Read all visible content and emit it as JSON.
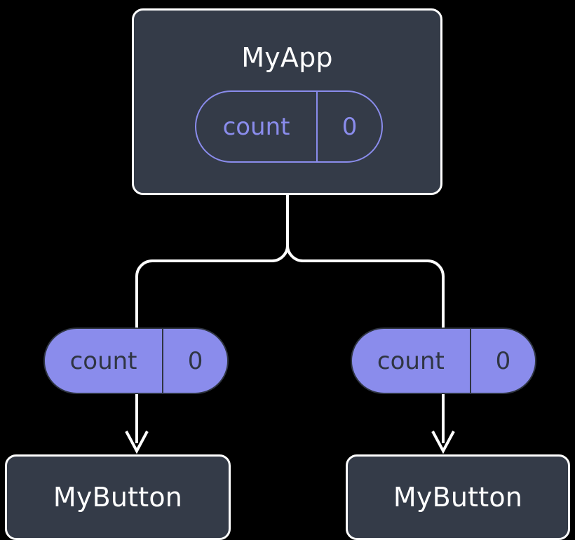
{
  "diagram": {
    "type": "component-state-tree",
    "background_color": "#000000",
    "colors": {
      "node_fill": "#343b48",
      "node_border": "#ffffff",
      "node_text": "#ffffff",
      "accent_purple": "#8a8cec",
      "pill_text_dark": "#2f3542",
      "connector": "#ffffff"
    },
    "root": {
      "title": "MyApp",
      "state_pill": {
        "key": "count",
        "value": "0",
        "style": "outline"
      }
    },
    "branches": [
      {
        "state_pill": {
          "key": "count",
          "value": "0",
          "style": "filled"
        },
        "child": {
          "title": "MyButton"
        }
      },
      {
        "state_pill": {
          "key": "count",
          "value": "0",
          "style": "filled"
        },
        "child": {
          "title": "MyButton"
        }
      }
    ]
  }
}
